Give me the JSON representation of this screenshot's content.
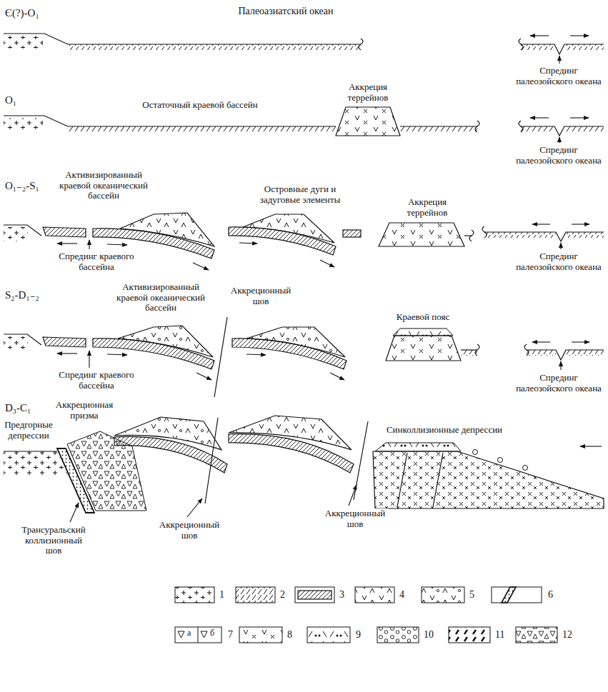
{
  "diagram": {
    "labels": [
      "Є(?)-O₁",
      "Палеоазиатский океан",
      "Спрединг палеозойского океана",
      "O₁",
      "Остаточный краевой бассейн",
      "Аккреция террейнов",
      "Спрединг палеозойского океана",
      "O₁₋₂-S₁",
      "Активизированный краевой океанический бассейн",
      "Островные дуги и задуговые элементы",
      "Аккреция террейнов",
      "Спрединг краевого бассейна",
      "Спрединг палеозойского океана",
      "S₂-D₁₋₂",
      "Активизированный краевой океанический бассейн",
      "Аккреционный шов",
      "Краевой пояс",
      "Спрединг краевого бассейна",
      "Спрединг палеозойского океана",
      "D₃-C₁",
      "Аккреционная призма",
      "Предгорные депрессии",
      "Синколлизионные депрессии",
      "Трансуральский коллизионный шов",
      "Аккреционный шов",
      "Аккреционный шов",
      "а",
      "б"
    ],
    "legend": [
      {
        "text": "1"
      },
      {
        "text": "2"
      },
      {
        "text": "3"
      },
      {
        "text": "4"
      },
      {
        "text": "5"
      },
      {
        "text": "6"
      },
      {
        "text": "7"
      },
      {
        "text": "8"
      },
      {
        "text": "9"
      },
      {
        "text": "10"
      },
      {
        "text": "11"
      },
      {
        "text": "12"
      }
    ]
  }
}
